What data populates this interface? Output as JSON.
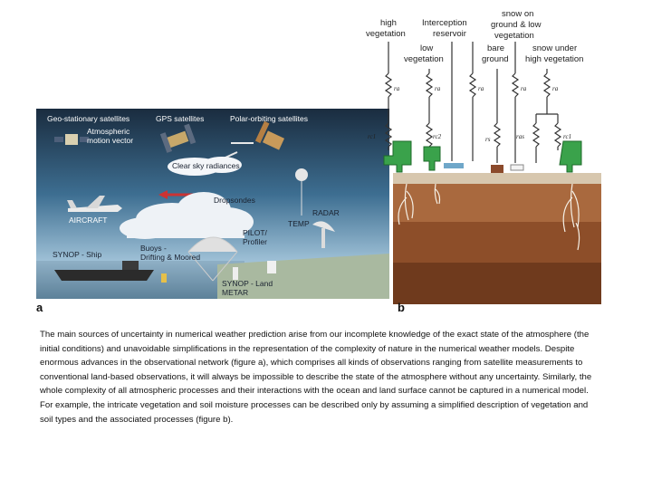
{
  "panel_a": {
    "letter": "a",
    "labels": {
      "geo_sat": "Geo-stationary satellites",
      "gps_sat": "GPS satellites",
      "polar_sat": "Polar-orbiting satellites",
      "amv_1": "Atmospheric",
      "amv_2": "motion vector",
      "clear_sky": "Clear sky radiances",
      "dropsondes": "Dropsondes",
      "radar": "RADAR",
      "temp": "TEMP",
      "aircraft": "AIRCRAFT",
      "pilot_1": "PILOT/",
      "pilot_2": "Profiler",
      "synop_ship": "SYNOP - Ship",
      "buoys_1": "Buoys -",
      "buoys_2": "Drifting & Moored",
      "synop_land_1": "SYNOP - Land",
      "synop_land_2": "METAR"
    }
  },
  "panel_b": {
    "letter": "b",
    "top_labels": {
      "high_veg_1": "high",
      "high_veg_2": "vegetation",
      "interception_1": "Interception",
      "interception_2": "reservoir",
      "snow_low_1": "snow on",
      "snow_low_2": "ground & low",
      "snow_low_3": "vegetation",
      "low_veg_1": "low",
      "low_veg_2": "vegetation",
      "bare_1": "bare",
      "bare_2": "ground",
      "snow_high_1": "snow under",
      "snow_high_2": "high vegetation"
    },
    "symbols": {
      "ra1": "ra",
      "ra2": "ra",
      "ra3": "ra",
      "ra4": "ra",
      "ra5": "ra",
      "rc1": "rc1",
      "rc2": "rc2",
      "rs": "rs",
      "ras": "ras",
      "rc1b": "rc1"
    }
  },
  "caption": "The main sources of uncertainty in numerical weather prediction arise from our incomplete knowledge of the exact state of the atmosphere (the initial conditions) and unavoidable simplifications in the representation of the complexity of nature in the numerical weather models. Despite enormous advances in the observational network (figure a), which comprises all kinds of observations ranging from satellite measurements to conventional land-based observations, it will always be impossible to describe the state of the atmosphere without any uncertainty. Similarly, the whole complexity of all atmospheric processes and their interactions with the ocean and land surface cannot be captured in a numerical model. For example, the intricate vegetation and soil moisture processes can be described only by assuming a simplified description of vegetation and soil types and the associated processes (figure b)."
}
